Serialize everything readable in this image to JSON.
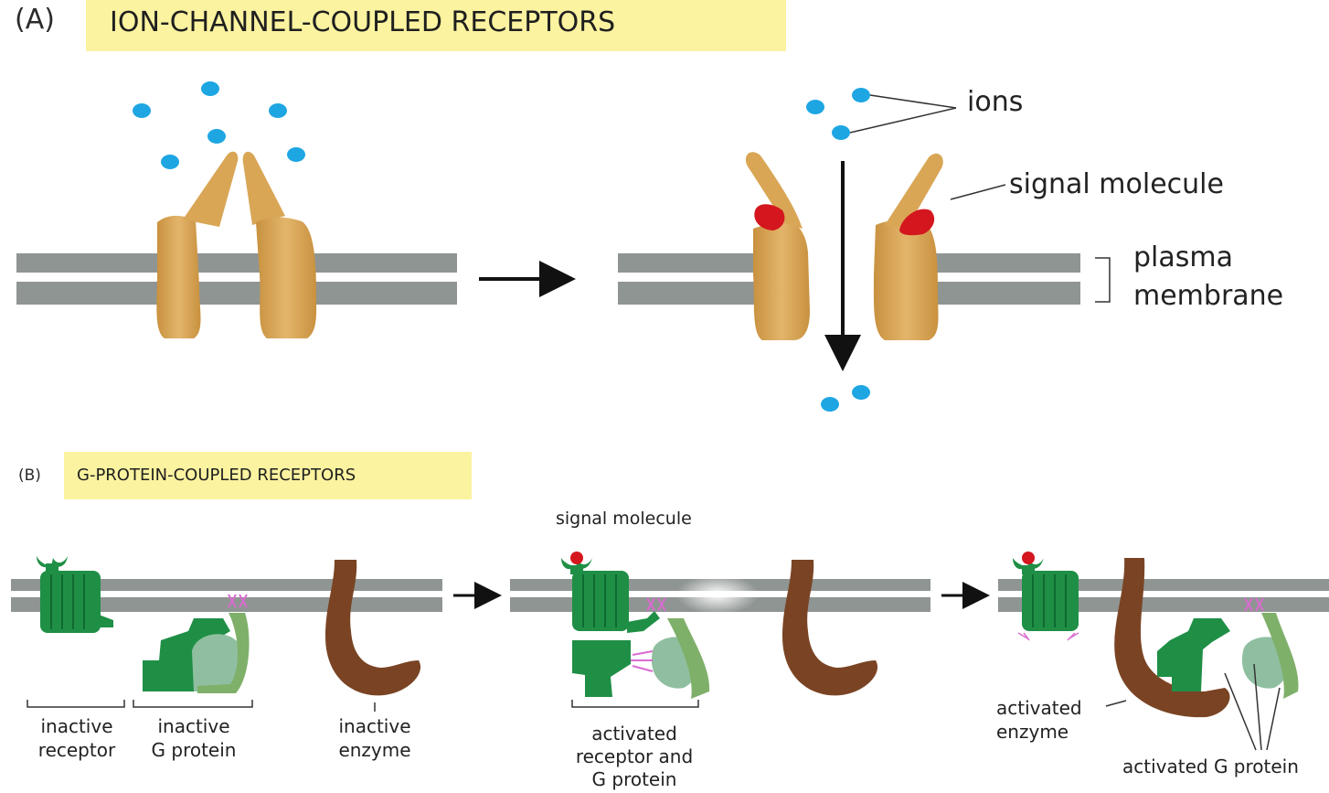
{
  "panel_a": {
    "letter": "(A)",
    "title": "ION-CHANNEL-COUPLED  RECEPTORS",
    "label_ions": "ions",
    "label_signal_molecule": "signal molecule",
    "label_plasma": "plasma",
    "label_membrane": "membrane"
  },
  "panel_b": {
    "letter": "(B)",
    "title": "G-PROTEIN-COUPLED  RECEPTORS",
    "label_signal_molecule": "signal molecule",
    "inactive_receptor_1": "inactive",
    "inactive_receptor_2": "receptor",
    "inactive_gprotein_1": "inactive",
    "inactive_gprotein_2": "G protein",
    "inactive_enzyme_1": "inactive",
    "inactive_enzyme_2": "enzyme",
    "activated_receptor_1": "activated",
    "activated_receptor_2": "receptor and",
    "activated_receptor_3": "G protein",
    "activated_enzyme_1": "activated",
    "activated_enzyme_2": "enzyme",
    "activated_gprotein": "activated G protein"
  },
  "colors": {
    "membrane": "#8f9593",
    "channel": "#dba85c",
    "signal_molecule": "#d4171e",
    "ion": "#1ea6e3",
    "receptor_green": "#1f8f46",
    "gprotein_light": "#7fb06a",
    "enzyme_brown": "#7a4424",
    "header_yellow": "#fbf3a0"
  }
}
